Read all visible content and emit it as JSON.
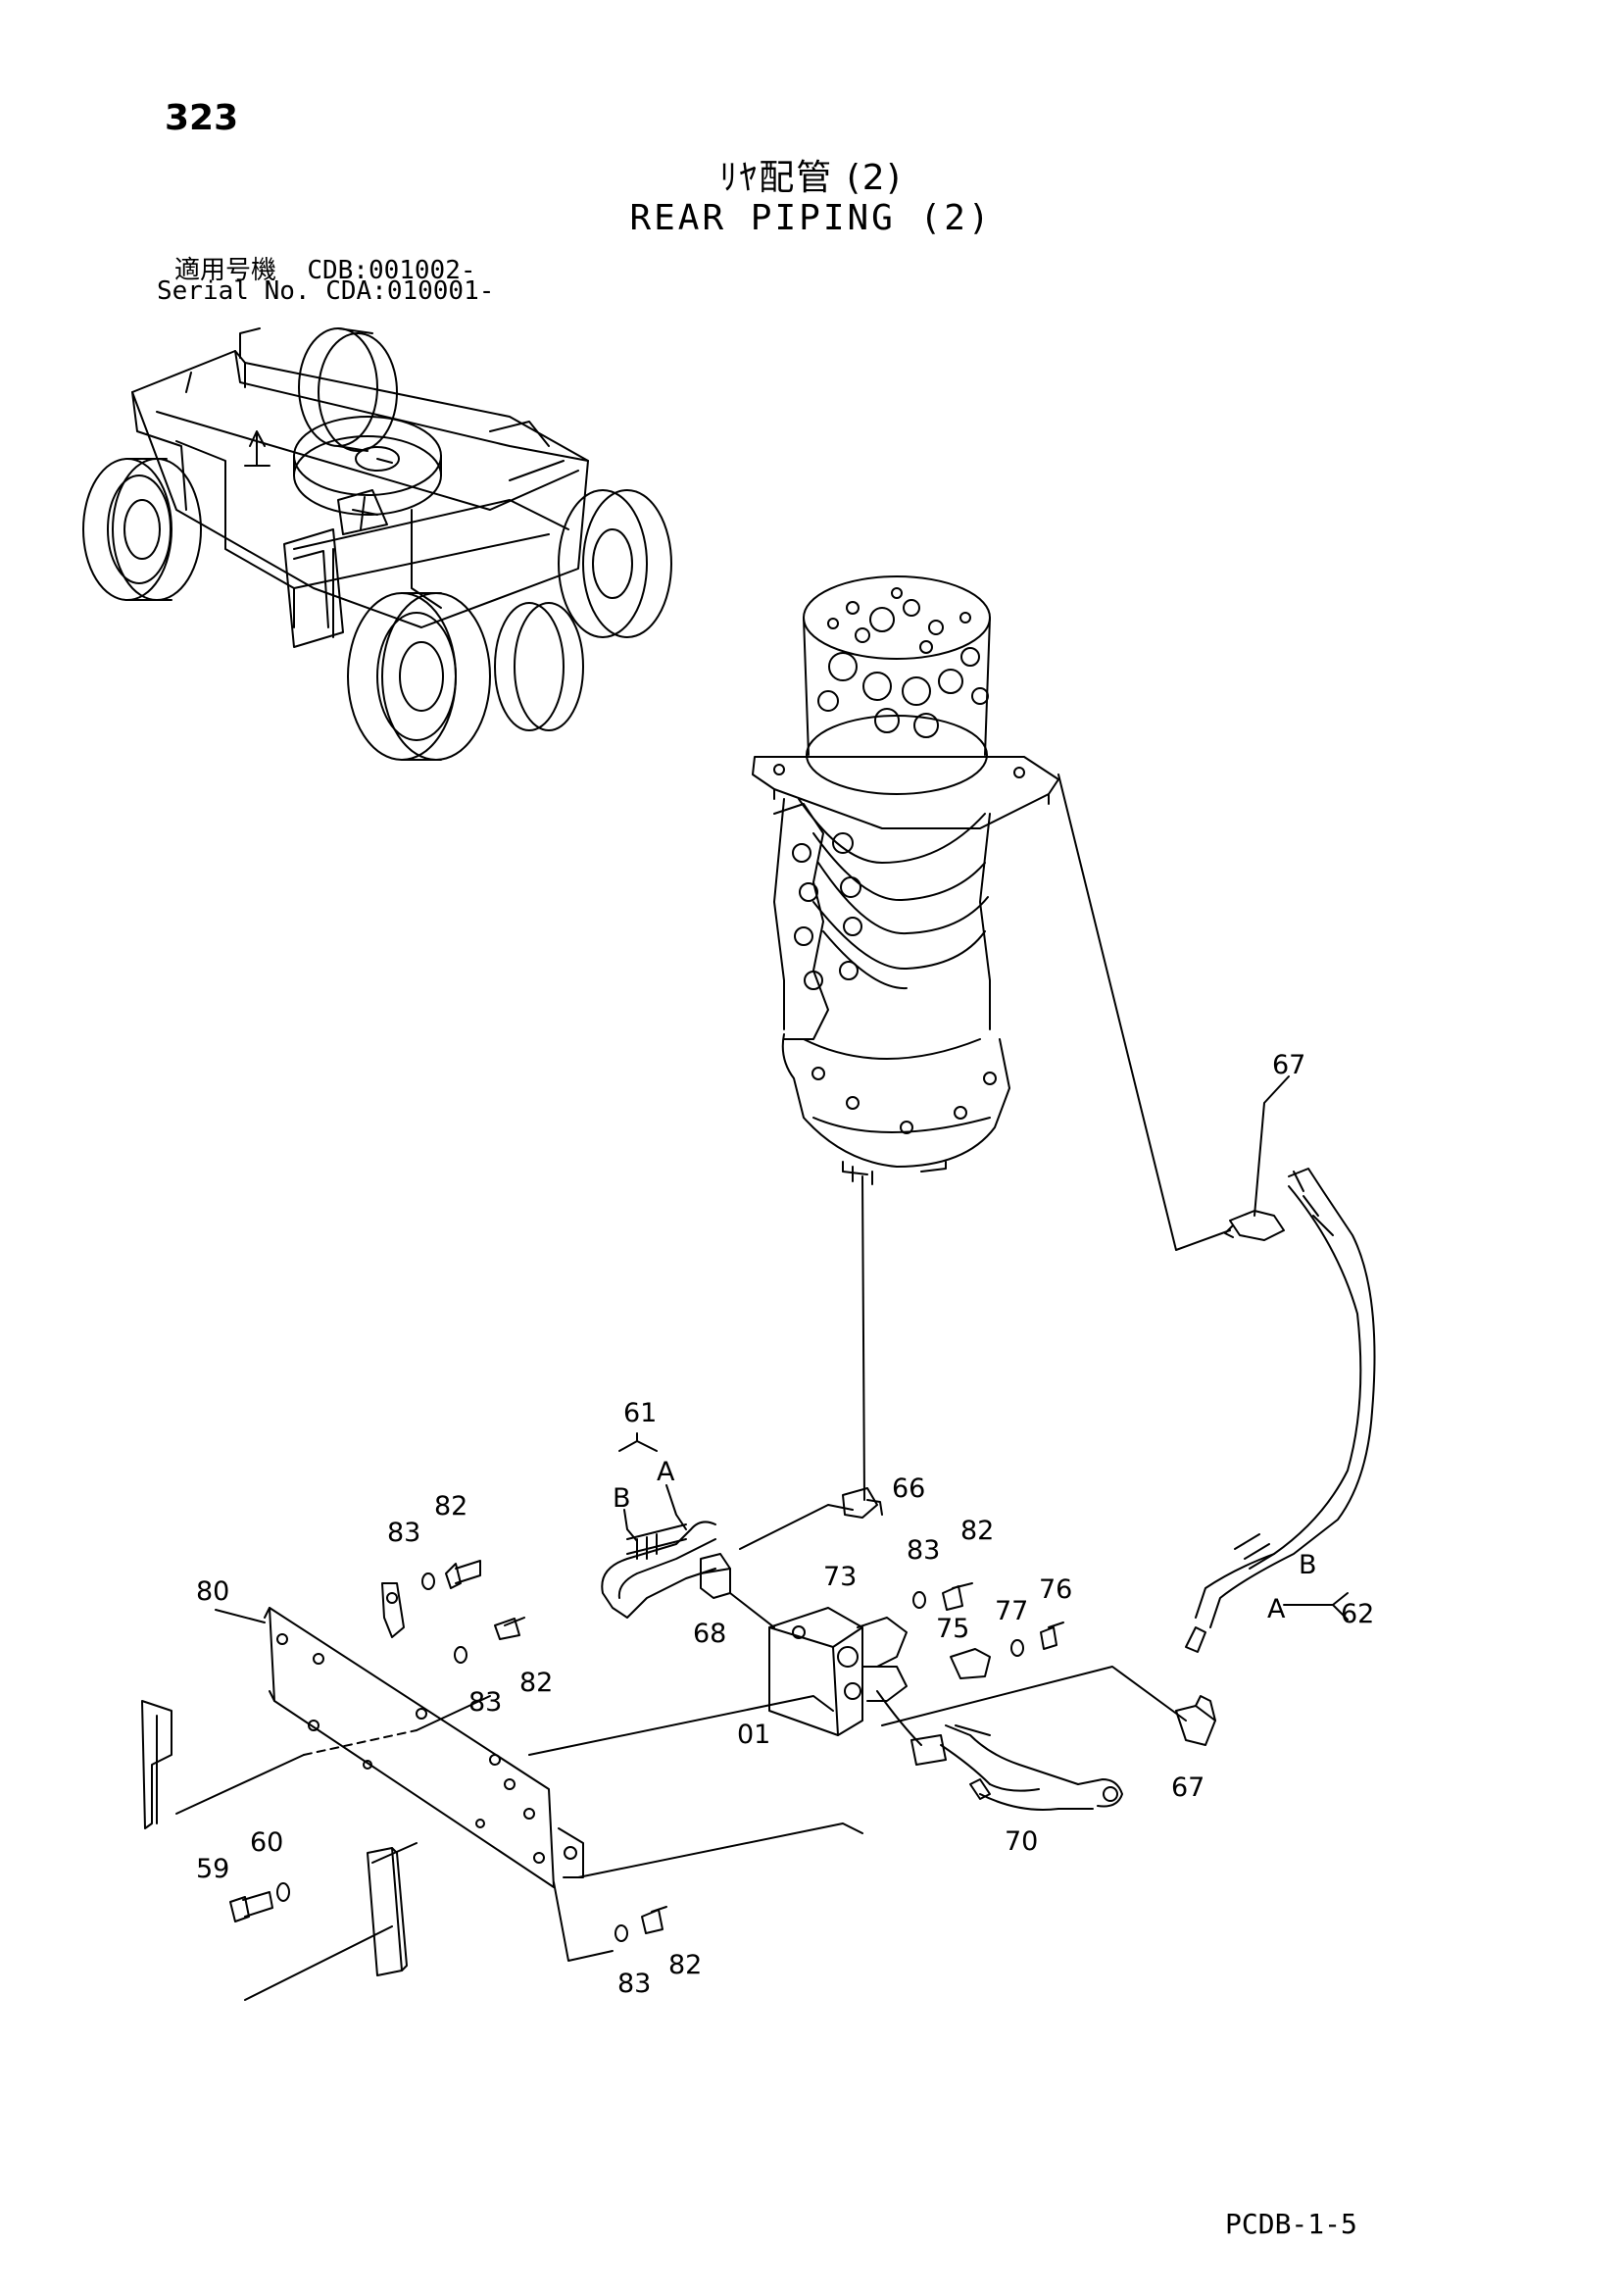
{
  "page_number": "323",
  "title_jp": "ﾘﾔ配管 (2)",
  "title_en": "REAR PIPING (2)",
  "applicability": {
    "jp_label": "適用号機",
    "jp_value": "CDB:001002-",
    "en_label": "Serial No.",
    "en_value": "CDA:010001-"
  },
  "callouts": {
    "c61": "61",
    "cA1": "A",
    "cB1": "B",
    "c66": "66",
    "c67a": "67",
    "c67b": "67",
    "c68": "68",
    "c73": "73",
    "c83a": "83",
    "c82a": "82",
    "c83b": "83",
    "c82b": "82",
    "c83c": "83",
    "c82c": "82",
    "c83d": "83",
    "c82d": "82",
    "c75": "75",
    "c77": "77",
    "c76": "76",
    "c80": "80",
    "c01": "01",
    "c70": "70",
    "c60": "60",
    "c59": "59",
    "cB2": "B",
    "cA2": "A",
    "c62": "62"
  },
  "footer_code": "PCDB-1-5"
}
